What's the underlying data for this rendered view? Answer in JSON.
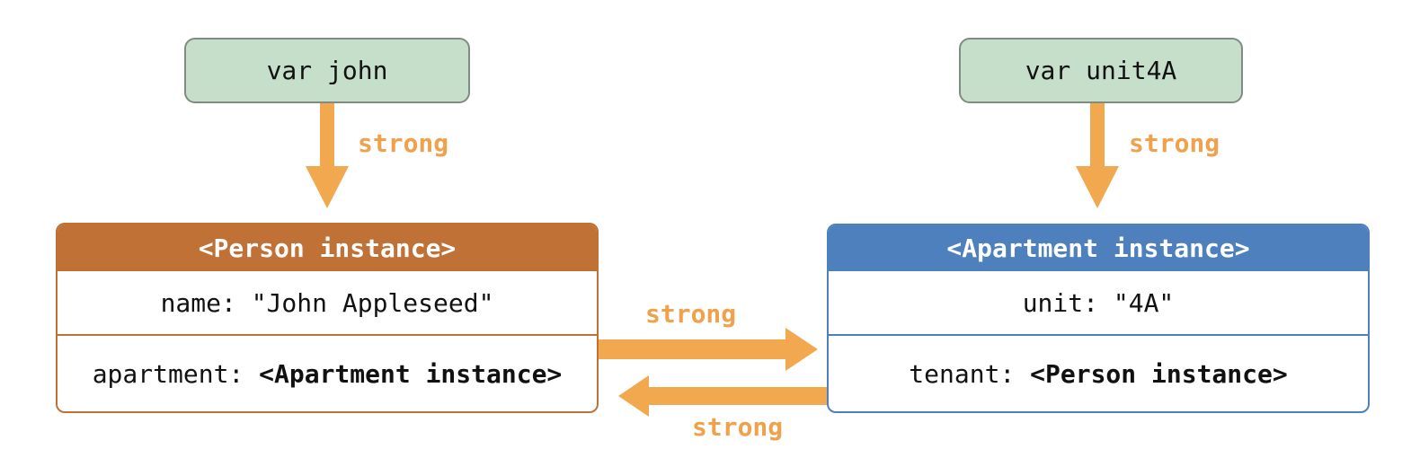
{
  "colors": {
    "arrow": "#f2a84e",
    "strong_label": "#efa14c",
    "person": "#bf7136",
    "apartment": "#4d80bd",
    "variable_fill": "#c6dfca",
    "variable_border": "#828b83"
  },
  "variables": {
    "john": {
      "label": "var john"
    },
    "unit4A": {
      "label": "var unit4A"
    }
  },
  "references": {
    "john_to_person": {
      "label": "strong"
    },
    "unit_to_apartment": {
      "label": "strong"
    },
    "person_to_apartment": {
      "label": "strong"
    },
    "apartment_to_person": {
      "label": "strong"
    }
  },
  "person_box": {
    "title": "<Person instance>",
    "rows": [
      {
        "prefix": "name: \"John Appleseed\"",
        "value": ""
      },
      {
        "prefix": "apartment: ",
        "value": "<Apartment instance>"
      }
    ]
  },
  "apartment_box": {
    "title": "<Apartment instance>",
    "rows": [
      {
        "prefix": "unit: \"4A\"",
        "value": ""
      },
      {
        "prefix": "tenant: ",
        "value": "<Person instance>"
      }
    ]
  }
}
